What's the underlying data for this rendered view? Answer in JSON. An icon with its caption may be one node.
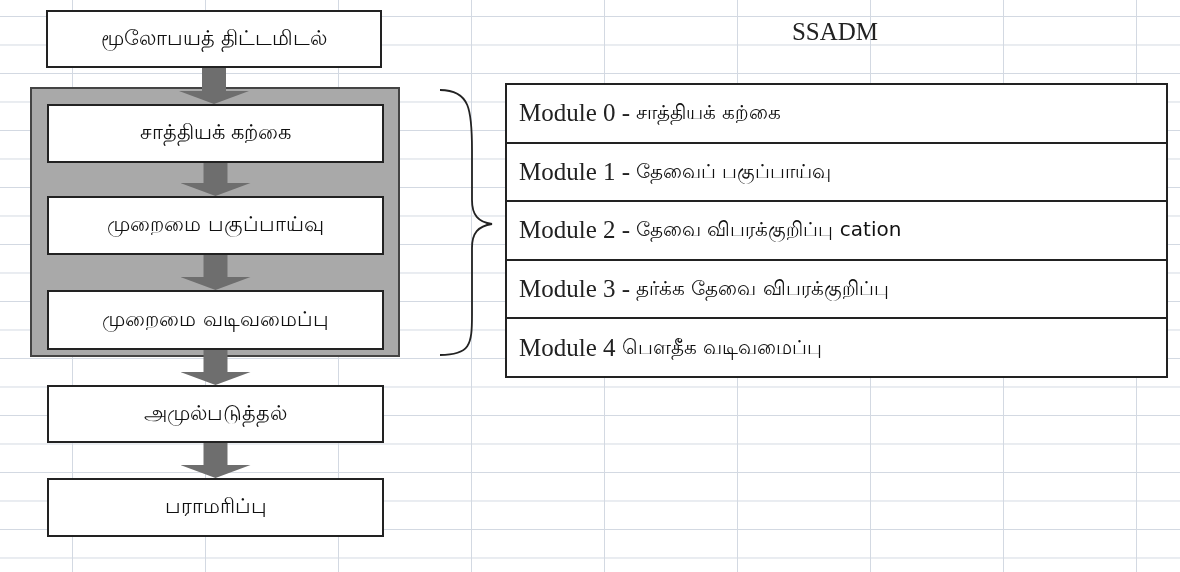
{
  "diagram": {
    "title": "SSADM",
    "nodes": [
      {
        "text": [
          "மூலோபயத் திட்டமிடல்"
        ]
      },
      {
        "text": [],
        "shape": "box"
      },
      {
        "text": [
          "சாத்தியக் கற்கை"
        ],
        "in": 1
      },
      {
        "text": [
          "முறைமை பகுப்பாய்வு"
        ],
        "in": 1
      },
      {
        "text": [
          "முறைமை வடிவமைப்பு"
        ],
        "in": 1
      },
      {
        "text": [
          "அமுல்படுத்தல்"
        ]
      },
      {
        "text": [
          "பராமரிப்பு"
        ]
      },
      {
        "text": [],
        "shape": "box"
      },
      {
        "text": [
          "Module 0 -",
          "சாத்தியக் கற்கை"
        ],
        "in": 7
      },
      {
        "text": [
          "Module 1 -",
          "தேவைப் பகுப்பாய்வு"
        ],
        "in": 7
      },
      {
        "text": [
          "Module 2 -",
          "தேவை விபரக்குறிப்பு cation"
        ],
        "in": 7
      },
      {
        "text": [
          "Module 3 -",
          "தர்க்க தேவை விபரக்குறிப்பு"
        ],
        "in": 7
      },
      {
        "text": [
          "Module 4",
          "பௌதீக வடிவமைப்பு"
        ],
        "in": 7
      }
    ],
    "edges": [
      {
        "from": 0,
        "to": 2,
        "arrow": "to"
      },
      {
        "from": 2,
        "to": 3,
        "arrow": "to"
      },
      {
        "from": 3,
        "to": 4,
        "arrow": "to"
      },
      {
        "from": 4,
        "to": 5,
        "arrow": "to"
      },
      {
        "from": 5,
        "to": 6,
        "arrow": "to"
      }
    ]
  }
}
